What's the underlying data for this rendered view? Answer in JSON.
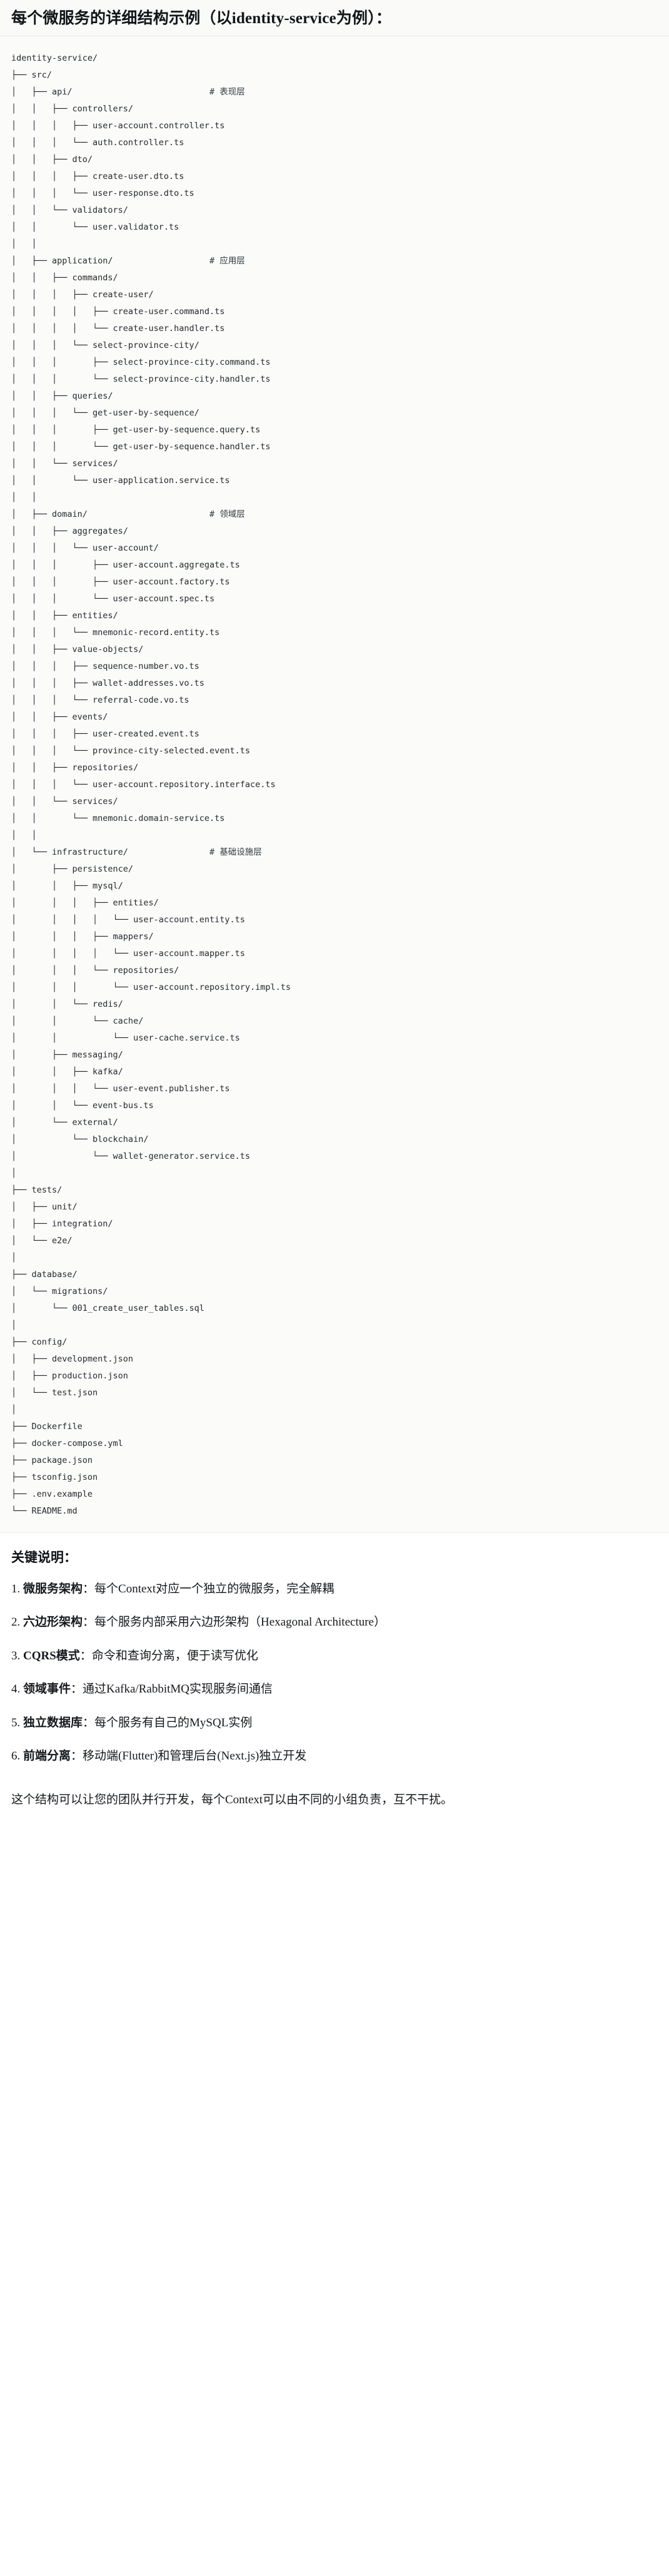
{
  "heading": "每个微服务的详细结构示例（以identity-service为例）：",
  "tree": {
    "lines": [
      "identity-service/",
      "├── src/",
      "│   ├── api/                           # 表现层",
      "│   │   ├── controllers/",
      "│   │   │   ├── user-account.controller.ts",
      "│   │   │   └── auth.controller.ts",
      "│   │   ├── dto/",
      "│   │   │   ├── create-user.dto.ts",
      "│   │   │   └── user-response.dto.ts",
      "│   │   └── validators/",
      "│   │       └── user.validator.ts",
      "│   │",
      "│   ├── application/                   # 应用层",
      "│   │   ├── commands/",
      "│   │   │   ├── create-user/",
      "│   │   │   │   ├── create-user.command.ts",
      "│   │   │   │   └── create-user.handler.ts",
      "│   │   │   └── select-province-city/",
      "│   │   │       ├── select-province-city.command.ts",
      "│   │   │       └── select-province-city.handler.ts",
      "│   │   ├── queries/",
      "│   │   │   └── get-user-by-sequence/",
      "│   │   │       ├── get-user-by-sequence.query.ts",
      "│   │   │       └── get-user-by-sequence.handler.ts",
      "│   │   └── services/",
      "│   │       └── user-application.service.ts",
      "│   │",
      "│   ├── domain/                        # 领域层",
      "│   │   ├── aggregates/",
      "│   │   │   └── user-account/",
      "│   │   │       ├── user-account.aggregate.ts",
      "│   │   │       ├── user-account.factory.ts",
      "│   │   │       └── user-account.spec.ts",
      "│   │   ├── entities/",
      "│   │   │   └── mnemonic-record.entity.ts",
      "│   │   ├── value-objects/",
      "│   │   │   ├── sequence-number.vo.ts",
      "│   │   │   ├── wallet-addresses.vo.ts",
      "│   │   │   └── referral-code.vo.ts",
      "│   │   ├── events/",
      "│   │   │   ├── user-created.event.ts",
      "│   │   │   └── province-city-selected.event.ts",
      "│   │   ├── repositories/",
      "│   │   │   └── user-account.repository.interface.ts",
      "│   │   └── services/",
      "│   │       └── mnemonic.domain-service.ts",
      "│   │",
      "│   └── infrastructure/                # 基础设施层",
      "│       ├── persistence/",
      "│       │   ├── mysql/",
      "│       │   │   ├── entities/",
      "│       │   │   │   └── user-account.entity.ts",
      "│       │   │   ├── mappers/",
      "│       │   │   │   └── user-account.mapper.ts",
      "│       │   │   └── repositories/",
      "│       │   │       └── user-account.repository.impl.ts",
      "│       │   └── redis/",
      "│       │       └── cache/",
      "│       │           └── user-cache.service.ts",
      "│       ├── messaging/",
      "│       │   ├── kafka/",
      "│       │   │   └── user-event.publisher.ts",
      "│       │   └── event-bus.ts",
      "│       └── external/",
      "│           └── blockchain/",
      "│               └── wallet-generator.service.ts",
      "│",
      "├── tests/",
      "│   ├── unit/",
      "│   ├── integration/",
      "│   └── e2e/",
      "│",
      "├── database/",
      "│   └── migrations/",
      "│       └── 001_create_user_tables.sql",
      "│",
      "├── config/",
      "│   ├── development.json",
      "│   ├── production.json",
      "│   └── test.json",
      "│",
      "├── Dockerfile",
      "├── docker-compose.yml",
      "├── package.json",
      "├── tsconfig.json",
      "├── .env.example",
      "└── README.md"
    ]
  },
  "keys": {
    "title": "关键说明：",
    "items": [
      {
        "num": "1.",
        "term": "微服务架构",
        "sep": "：",
        "desc": "每个Context对应一个独立的微服务，完全解耦"
      },
      {
        "num": "2.",
        "term": "六边形架构",
        "sep": "：",
        "desc": "每个服务内部采用六边形架构（Hexagonal Architecture）"
      },
      {
        "num": "3.",
        "term": "CQRS模式",
        "sep": "：",
        "desc": "命令和查询分离，便于读写优化"
      },
      {
        "num": "4.",
        "term": "领域事件",
        "sep": "：",
        "desc": "通过Kafka/RabbitMQ实现服务间通信"
      },
      {
        "num": "5.",
        "term": "独立数据库",
        "sep": "：",
        "desc": "每个服务有自己的MySQL实例"
      },
      {
        "num": "6.",
        "term": "前端分离",
        "sep": "：",
        "desc": "移动端(Flutter)和管理后台(Next.js)独立开发"
      }
    ]
  },
  "closing_note": "这个结构可以让您的团队并行开发，每个Context可以由不同的小组负责，互不干扰。"
}
